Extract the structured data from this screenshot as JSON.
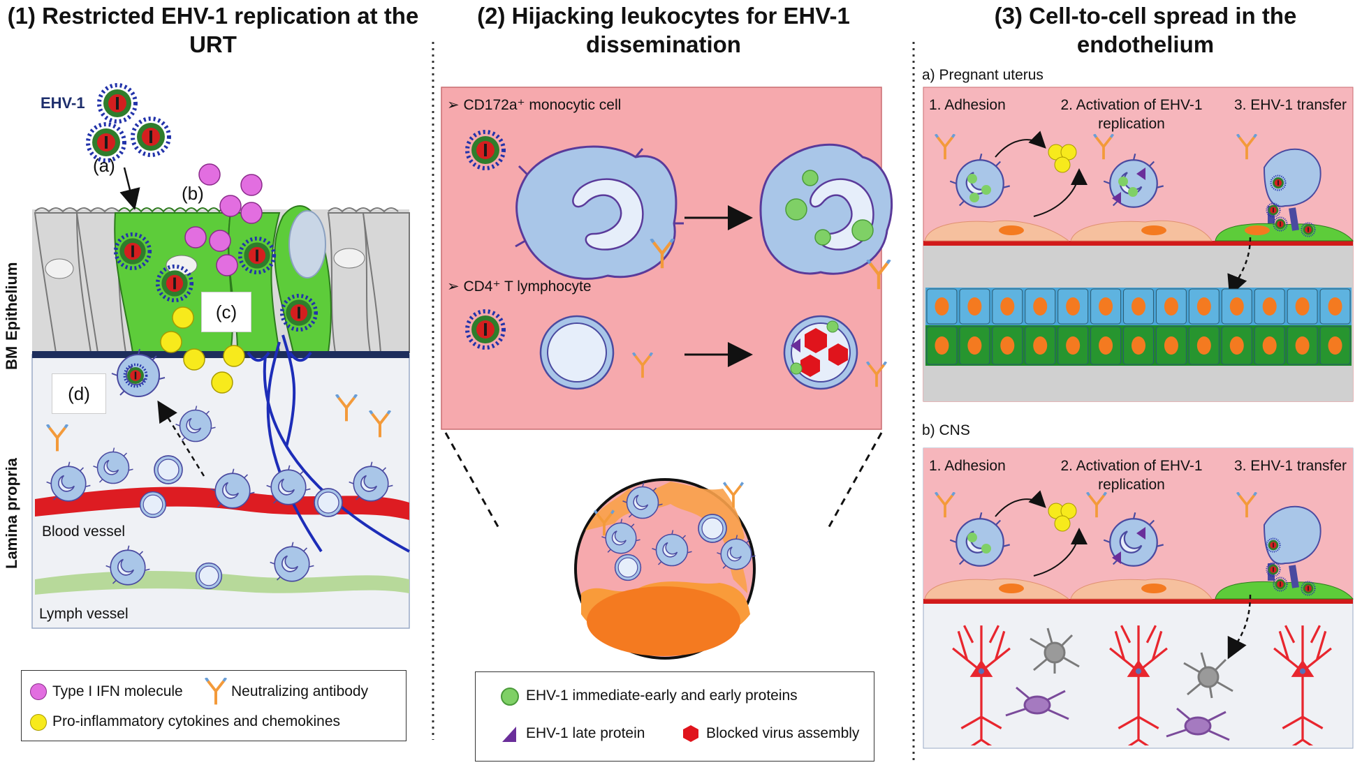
{
  "panel1": {
    "title": "(1)  Restricted EHV-1 replication at the URT",
    "virus_label": "EHV-1",
    "label_a": "(a)",
    "label_b": "(b)",
    "label_c": "(c)",
    "label_d": "(d)",
    "layer_epithelium": "Epithelium",
    "layer_bm": "BM",
    "layer_lamina": "Lamina propria",
    "blood_vessel": "Blood vessel",
    "lymph_vessel": "Lymph vessel",
    "legend": {
      "ifn": "Type I IFN molecule",
      "antibody": "Neutralizing antibody",
      "cytokines": "Pro-inflammatory cytokines and chemokines"
    },
    "colors": {
      "ifn": "#e26ee0",
      "cytokine": "#f7ea1c",
      "infected_cell": "#5dcc3a"
    }
  },
  "panel2": {
    "title": "(2)  Hijacking leukocytes for EHV-1 dissemination",
    "monocyte_label": "CD172a⁺ monocytic cell",
    "tcell_label": "CD4⁺ T lymphocyte",
    "bullet": "➢",
    "legend": {
      "ie_proteins": "EHV-1 immediate-early and early proteins",
      "late_protein": "EHV-1 late protein",
      "blocked": "Blocked virus assembly"
    },
    "colors": {
      "panel_bg": "#f6a9ad",
      "leukocyte": "#a9c6e8"
    }
  },
  "panel3": {
    "title": "(3)  Cell-to-cell spread in the endothelium",
    "section_a": "a) Pregnant uterus",
    "section_b": "b) CNS",
    "step1": "1. Adhesion",
    "step2": "2. Activation of EHV-1 replication",
    "step3": "3. EHV-1 transfer",
    "colors": {
      "endothelium": "#f6c09e",
      "neuron": "#e8262e",
      "glia": "#9a9a9a"
    }
  }
}
